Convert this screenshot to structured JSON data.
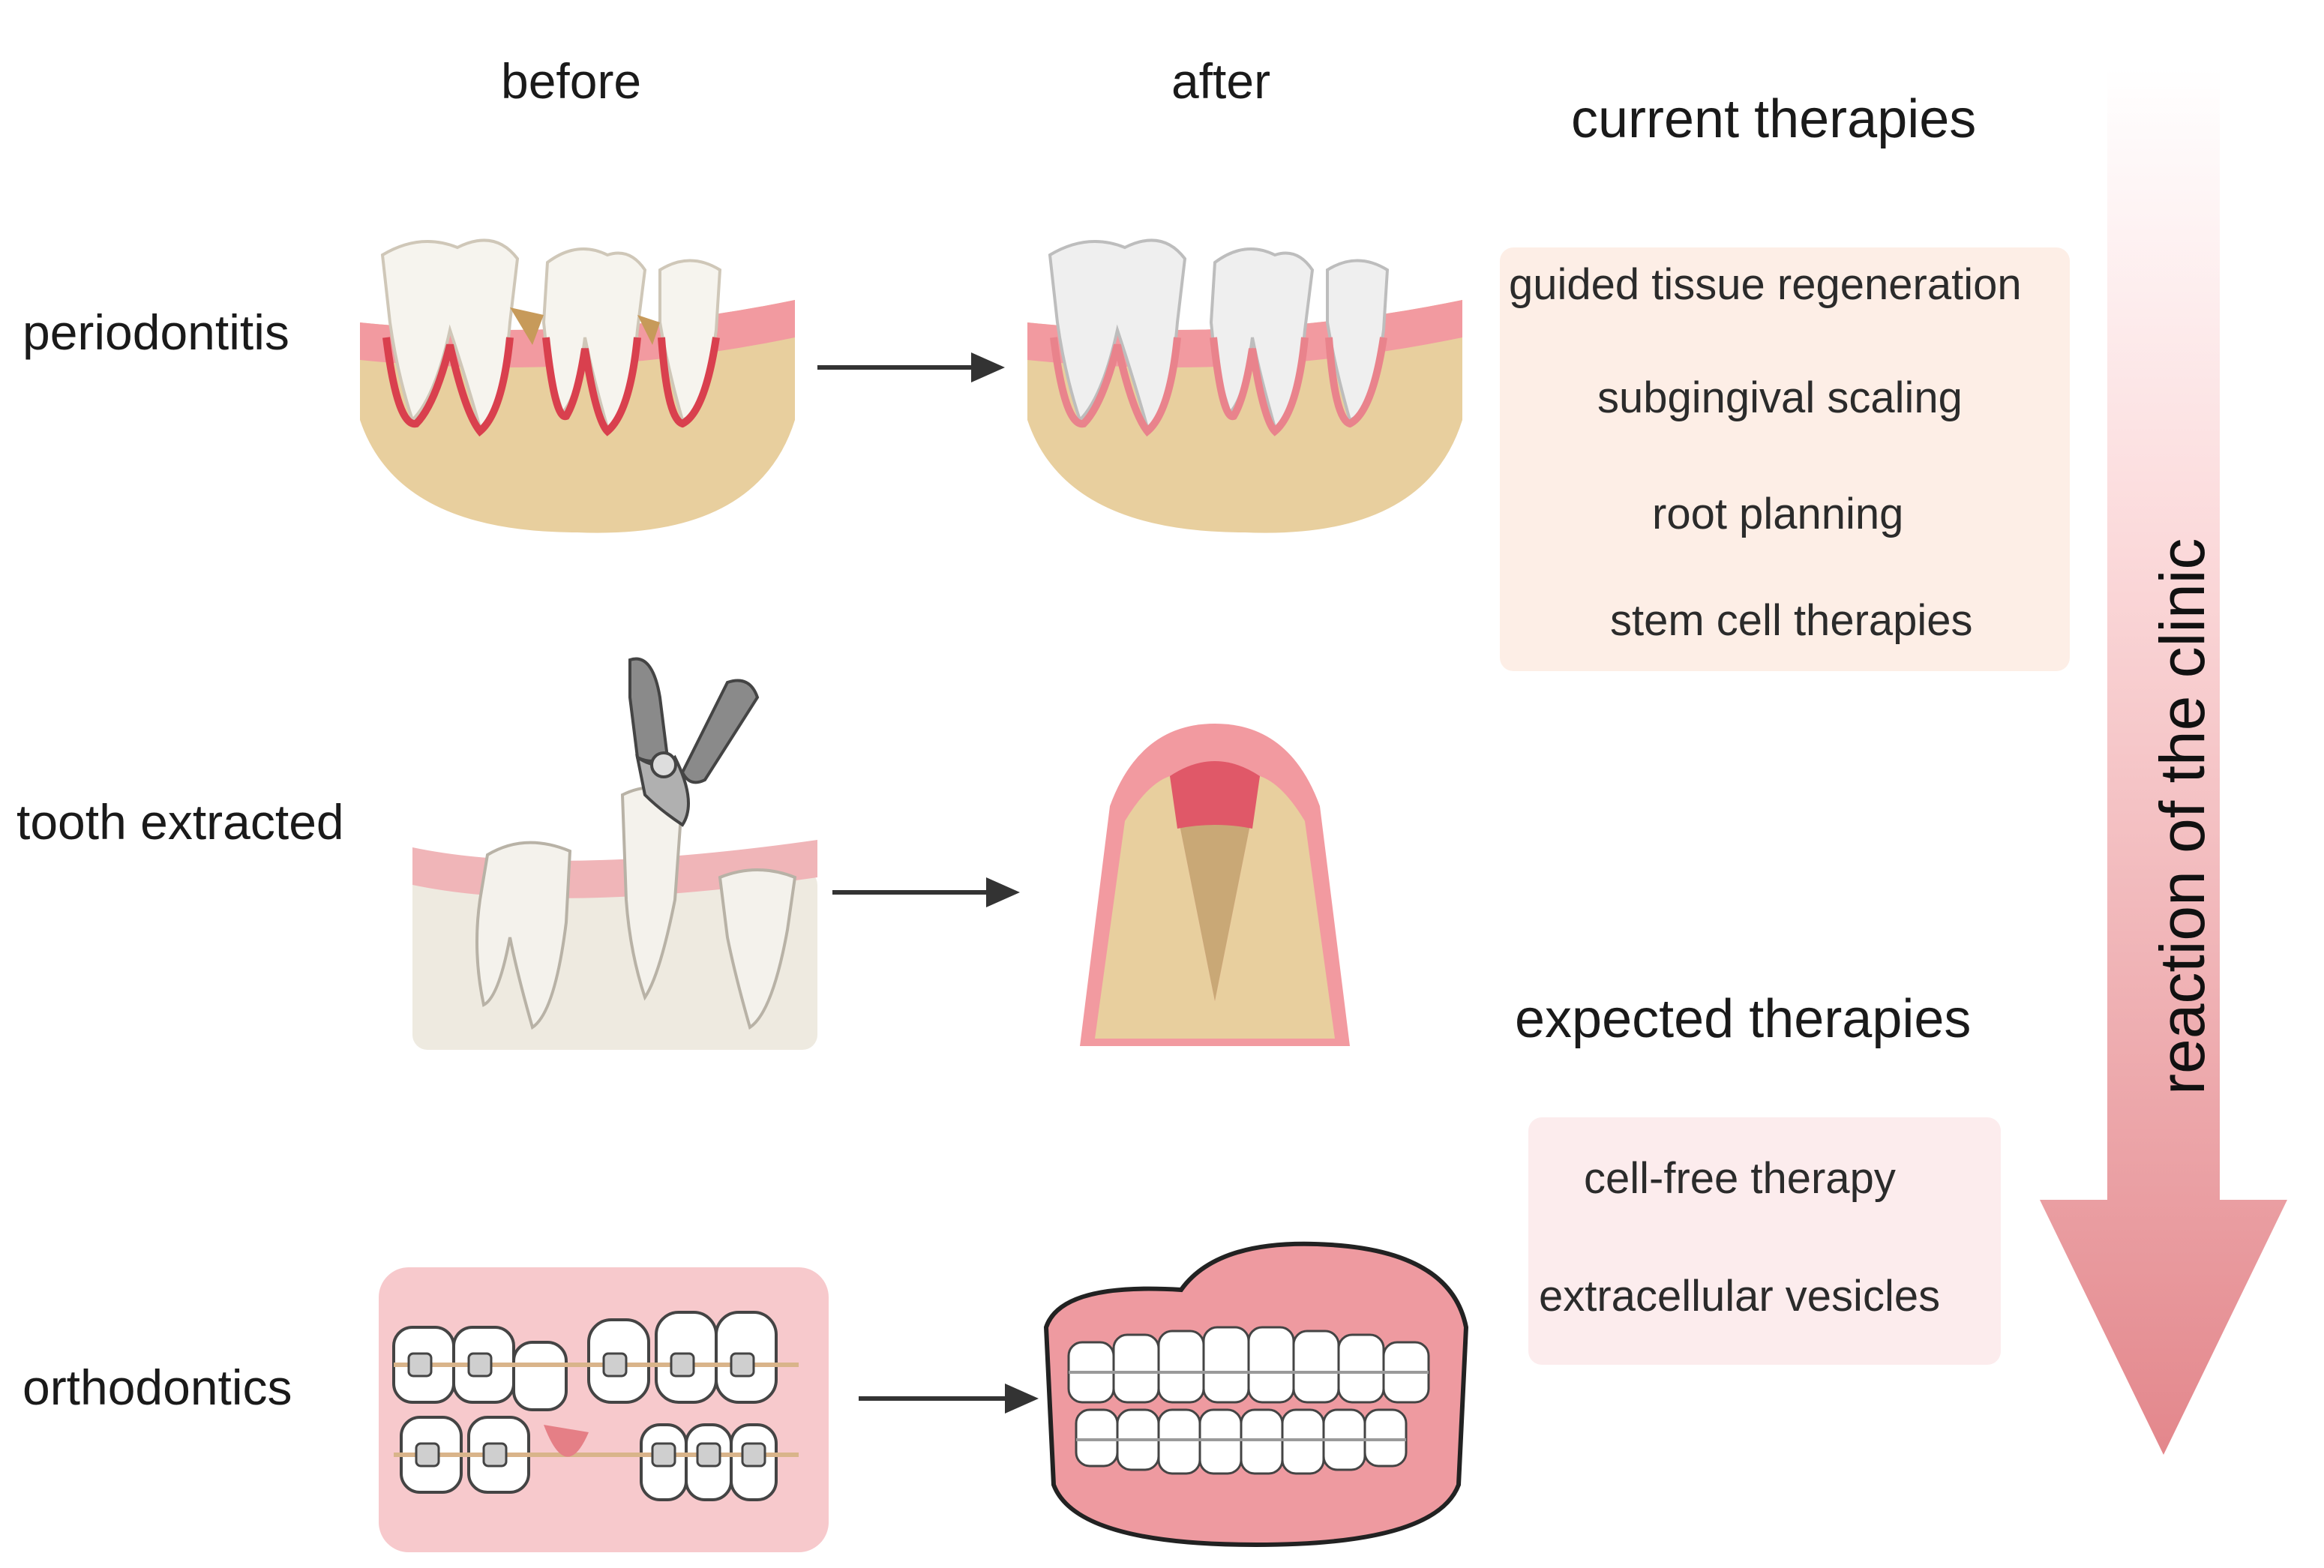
{
  "columns": {
    "before": "before",
    "after": "after"
  },
  "rows": [
    {
      "label": "periodontitis"
    },
    {
      "label": "tooth extracted"
    },
    {
      "label": "orthodontics"
    }
  ],
  "current": {
    "title": "current therapies",
    "items": [
      "guided tissue regeneration",
      "subgingival scaling",
      "root planning",
      "stem cell therapies"
    ]
  },
  "expected": {
    "title": "expected therapies",
    "items": [
      "cell-free therapy",
      "extracellular vesicles"
    ]
  },
  "arrow_label": "reaction of the clinic",
  "colors": {
    "gum": "#f29aa0",
    "gum_dark": "#d9404e",
    "bone": "#e8cf9e",
    "tooth": "#f6f4ee",
    "arrow_top": "#fde3e3",
    "arrow_bottom": "#e79a9e",
    "current_box": "#fdeee6",
    "expected_box": "#fceced"
  },
  "icons": [
    "periodontitis-before-illustration",
    "periodontitis-after-illustration",
    "tooth-extraction-forceps-illustration",
    "extraction-socket-illustration",
    "braces-before-illustration",
    "braces-after-illustration"
  ]
}
